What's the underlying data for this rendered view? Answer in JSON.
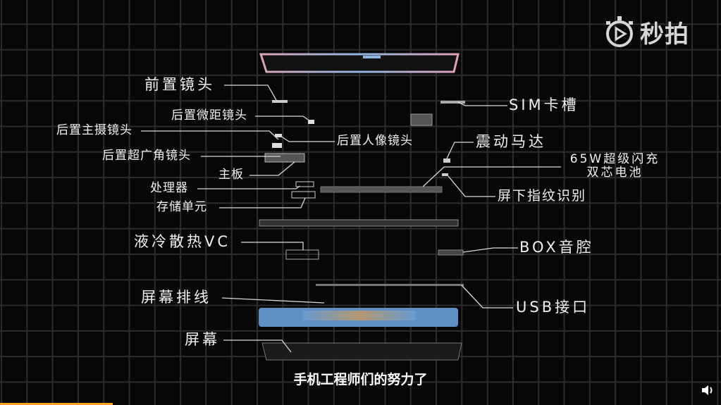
{
  "logo": {
    "text": "秒拍",
    "icon": "stopwatch-play-icon"
  },
  "labels": {
    "front_camera": "前置镜头",
    "rear_macro": "后置微距镜头",
    "rear_main": "后置主摄镜头",
    "rear_portrait": "后置人像镜头",
    "rear_ultrawide": "后置超广角镜头",
    "mainboard": "主板",
    "processor": "处理器",
    "storage": "存储单元",
    "vc_cooling": "液冷散热VC",
    "display_cable": "屏幕排线",
    "display": "屏幕",
    "sim_tray": "SIM卡槽",
    "vibration_motor": "震动马达",
    "battery_line1": "65W超级闪充",
    "battery_line2": "双芯电池",
    "fingerprint": "屏下指纹识别",
    "box_speaker": "BOX音腔",
    "usb_port": "USB接口"
  },
  "subtitle": "手机工程师们的努力了",
  "player": {
    "volume_icon": "speaker-icon",
    "progress_percent": 15.6,
    "progress_color": "#f5a623"
  }
}
